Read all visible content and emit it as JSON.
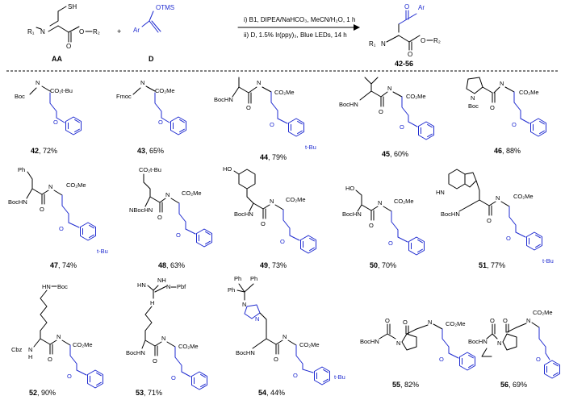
{
  "reaction": {
    "reagent_line1": "i) B1, DIPEA/NaHCO₃, MeCN/H₂O, 1 h",
    "reagent_line2": "ii)  D, 1.5% Ir(ppy)₃, Blue LEDs, 14 h",
    "start_label": "AA",
    "reagent_label": "D",
    "product_label": "42-56",
    "start_groups": {
      "sh": "SH",
      "r1": "R₁",
      "n": "N",
      "o": "O",
      "r2": "R₂",
      "o2": "O"
    },
    "reagent_groups": {
      "otms": "OTMS",
      "ar": "Ar"
    },
    "product_groups": {
      "o": "O",
      "ar": "Ar",
      "r1": "R₁",
      "n": "N",
      "o2": "O",
      "r2": "R₂",
      "o3": "O"
    },
    "plus": "+"
  },
  "compounds": [
    {
      "id": "42",
      "yield": "72%",
      "groups": [
        "N",
        "Boc",
        "CO₂t-Bu",
        "O"
      ]
    },
    {
      "id": "43",
      "yield": "65%",
      "groups": [
        "N",
        "Fmoc",
        "CO₂Me",
        "O"
      ]
    },
    {
      "id": "44",
      "yield": "79%",
      "groups": [
        "BocHN",
        "N",
        "O",
        "CO₂Me",
        "O",
        "t-Bu"
      ]
    },
    {
      "id": "45",
      "yield": "60%",
      "groups": [
        "BocHN",
        "N",
        "O",
        "CO₂Me",
        "O"
      ]
    },
    {
      "id": "46",
      "yield": "88%",
      "groups": [
        "N",
        "Boc",
        "O",
        "N",
        "CO₂Me",
        "O"
      ]
    },
    {
      "id": "47",
      "yield": "74%",
      "groups": [
        "Ph",
        "BocHN",
        "N",
        "O",
        "CO₂Me",
        "O",
        "t-Bu"
      ]
    },
    {
      "id": "48",
      "yield": "63%",
      "groups": [
        "CO₂t-Bu",
        "NBocHN",
        "N",
        "O",
        "CO₂Me",
        "O"
      ]
    },
    {
      "id": "49",
      "yield": "73%",
      "groups": [
        "HO",
        "BocHN",
        "N",
        "O",
        "CO₂Me",
        "O"
      ]
    },
    {
      "id": "50",
      "yield": "70%",
      "groups": [
        "HO",
        "BocHN",
        "N",
        "O",
        "CO₂Me",
        "O"
      ]
    },
    {
      "id": "51",
      "yield": "77%",
      "groups": [
        "HN",
        "BocHN",
        "N",
        "O",
        "CO₂Me",
        "O",
        "t-Bu"
      ]
    },
    {
      "id": "52",
      "yield": "90%",
      "groups": [
        "HN",
        "Boc",
        "Cbz",
        "N",
        "H",
        "N",
        "O",
        "CO₂Me",
        "O"
      ]
    },
    {
      "id": "53",
      "yield": "71%",
      "groups": [
        "HN",
        "NH",
        "N",
        "Pbf",
        "H",
        "BocHN",
        "N",
        "O",
        "CO₂Me",
        "O"
      ]
    },
    {
      "id": "54",
      "yield": "44%",
      "groups": [
        "Ph",
        "Ph",
        "Ph",
        "N",
        "N",
        "BocHN",
        "N",
        "O",
        "CO₂Me",
        "O",
        "t-Bu"
      ]
    },
    {
      "id": "55",
      "yield": "82%",
      "groups": [
        "O",
        "N",
        "CO₂Me",
        "BocHN",
        "N",
        "O",
        "O"
      ]
    },
    {
      "id": "56",
      "yield": "69%",
      "groups": [
        "O",
        "N",
        "CO₂Me",
        "BocHN",
        "N",
        "O",
        "O"
      ]
    }
  ],
  "colors": {
    "highlight": "#1f2bd0",
    "text": "#000000"
  }
}
